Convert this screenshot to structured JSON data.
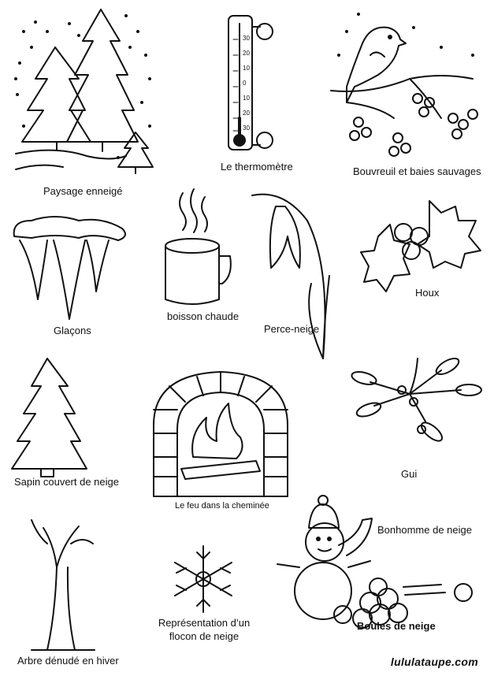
{
  "title": "",
  "labels": {
    "paysage": "Paysage enneigé",
    "thermometre": "Le thermomètre",
    "bouvreuil": "Bouvreuil et baies sauvages",
    "glacons": "Glaçons",
    "boisson": "boisson chaude",
    "perce_neige": "Perce-neige",
    "houx": "Houx",
    "sapin": "Sapin  couvert de neige",
    "feu": "Le feu dans la cheminée",
    "gui": "Gui",
    "bonhomme": "Bonhomme de neige",
    "boules": "Boules de neige",
    "arbre": "Arbre dénudé en hiver",
    "flocon_line1": "Représentation d’un",
    "flocon_line2": "flocon de neige"
  },
  "thermometer_scale": [
    "30",
    "20",
    "10",
    "0",
    "10",
    "20",
    "30"
  ],
  "watermark": "lululataupe.com",
  "colors": {
    "ink": "#111111",
    "paper": "#ffffff"
  }
}
